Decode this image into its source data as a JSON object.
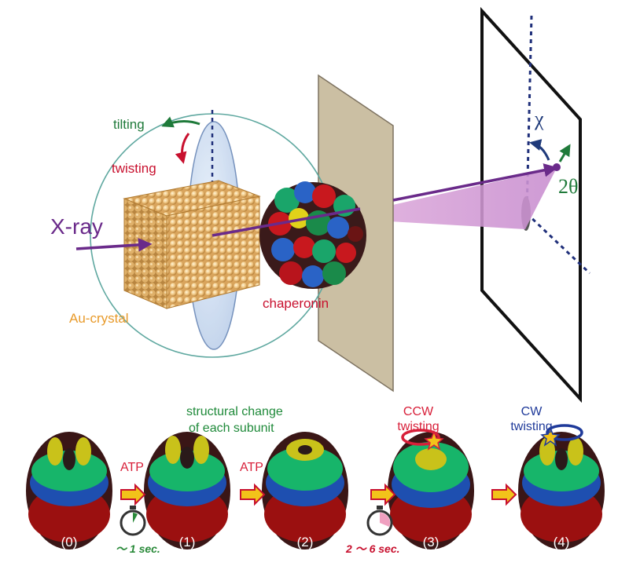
{
  "setup": {
    "labels": {
      "xray": "X-ray",
      "tilting": "tilting",
      "twisting": "twisting",
      "au_crystal": "Au-crystal",
      "chaperonin": "chaperonin",
      "chi": "χ",
      "two_theta": "2θ"
    }
  },
  "sequence": {
    "stages": [
      "(0)",
      "(1)",
      "(2)",
      "(3)",
      "(4)"
    ],
    "atp_labels": [
      "ATP",
      "ATP"
    ],
    "structural_change_line1": "structural change",
    "structural_change_line2": "of each subunit",
    "ccw_line1": "CCW",
    "ccw_line2": "twisting",
    "cw_line1": "CW",
    "cw_line2": "twisting",
    "time_short": "～ 1 sec.",
    "time_long": "2 ～ 6 sec."
  },
  "colors": {
    "xray": "#6a2a8a",
    "tilting": "#1f7a3a",
    "twisting": "#c8102e",
    "au": "#e89a2a",
    "ccw": "#d8203a",
    "cw": "#1f3a9a",
    "time_short": "#2a8a3a",
    "time_long": "#c8102e"
  }
}
